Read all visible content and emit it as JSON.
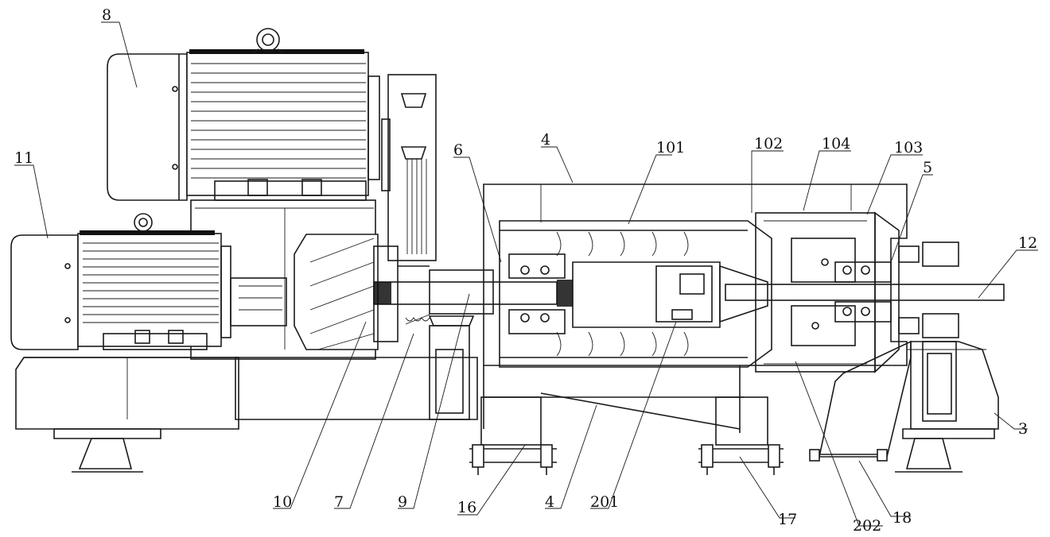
{
  "figure": {
    "labels": [
      {
        "id": "8",
        "text": "8"
      },
      {
        "id": "11",
        "text": "11"
      },
      {
        "id": "6",
        "text": "6"
      },
      {
        "id": "4-top",
        "text": "4"
      },
      {
        "id": "101",
        "text": "101"
      },
      {
        "id": "102",
        "text": "102"
      },
      {
        "id": "104",
        "text": "104"
      },
      {
        "id": "103",
        "text": "103"
      },
      {
        "id": "5",
        "text": "5"
      },
      {
        "id": "12",
        "text": "12"
      },
      {
        "id": "3",
        "text": "3"
      },
      {
        "id": "10",
        "text": "10"
      },
      {
        "id": "7",
        "text": "7"
      },
      {
        "id": "9",
        "text": "9"
      },
      {
        "id": "16",
        "text": "16"
      },
      {
        "id": "4-bottom",
        "text": "4"
      },
      {
        "id": "201",
        "text": "201"
      },
      {
        "id": "17",
        "text": "17"
      },
      {
        "id": "202",
        "text": "202"
      },
      {
        "id": "18",
        "text": "18"
      }
    ]
  }
}
